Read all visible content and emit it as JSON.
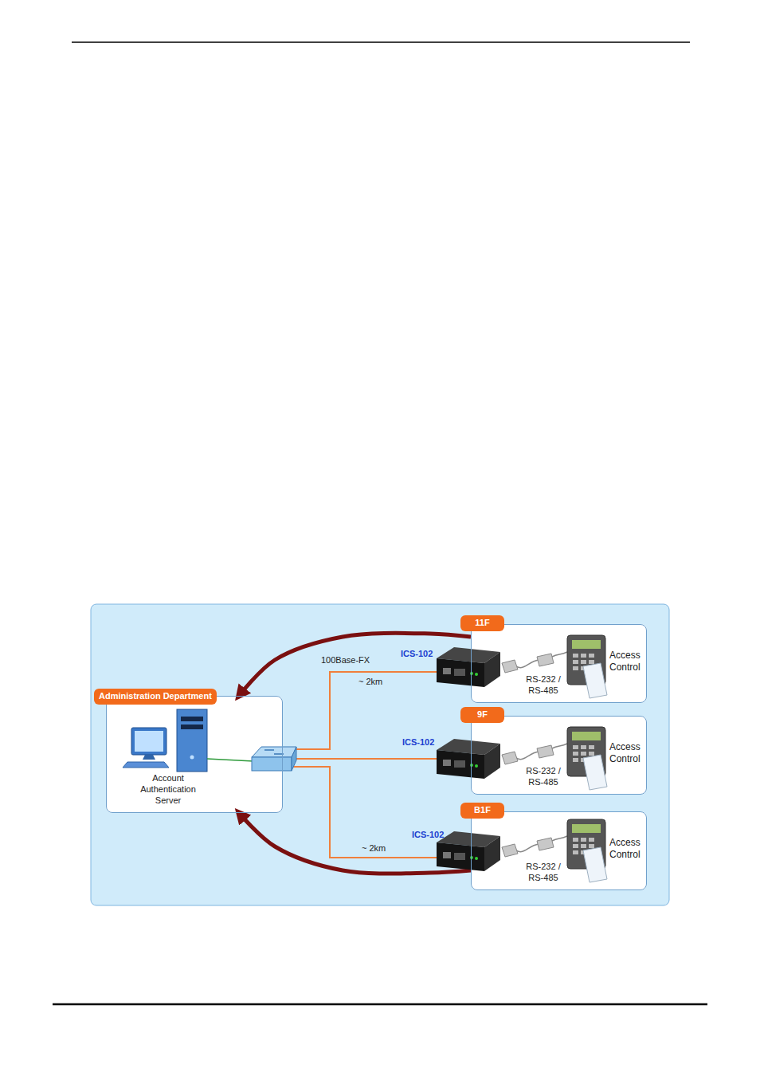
{
  "diagram": {
    "nodes": [
      {
        "text": [
          "Administration Department",
          "Account Authentication Server"
        ]
      },
      {
        "text": [
          "11F",
          "Access Control",
          "RS-232 / RS-485"
        ]
      },
      {
        "text": [
          "9F",
          "Access Control",
          "RS-232 / RS-485"
        ]
      },
      {
        "text": [
          "B1F",
          "Access Control",
          "RS-232 / RS-485"
        ]
      }
    ],
    "edges": [
      {
        "from": 0,
        "to": 1,
        "arrow": "none",
        "label": "~ 2km"
      },
      {
        "from": 0,
        "to": 2,
        "arrow": "none"
      },
      {
        "from": 0,
        "to": 3,
        "arrow": "none",
        "label": "~ 2km"
      },
      {
        "from": 1,
        "to": 0,
        "arrow": "to"
      },
      {
        "from": 3,
        "to": 0,
        "arrow": "to"
      }
    ],
    "labels": [
      "100Base-FX",
      "ICS-102",
      "ICS-102",
      "ICS-102"
    ]
  }
}
